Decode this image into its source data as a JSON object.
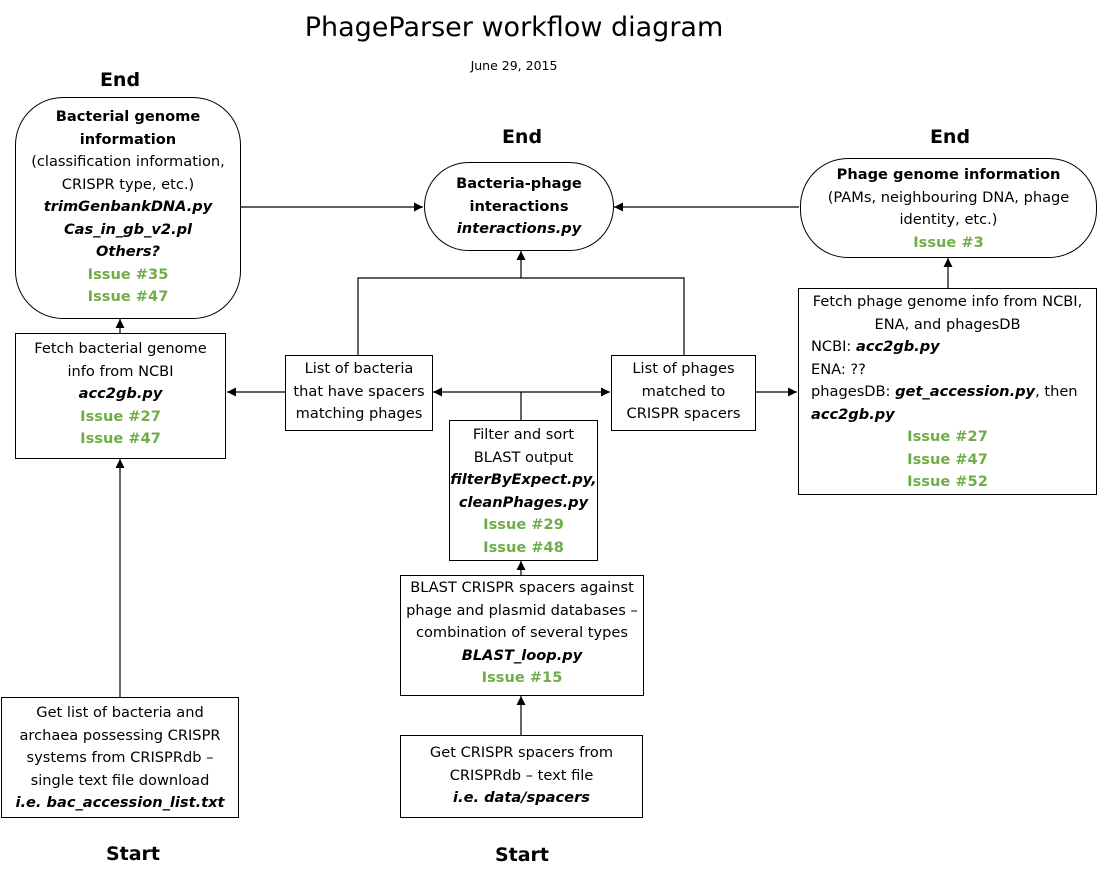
{
  "header": {
    "title": "PhageParser workflow diagram",
    "date": "June 29, 2015"
  },
  "markers": {
    "end_left": "End",
    "end_center": "End",
    "end_right": "End",
    "start_left": "Start",
    "start_center": "Start"
  },
  "nodes": {
    "bacterial_genome_info": {
      "heading_1": "Bacterial genome",
      "heading_2": "information",
      "desc_1": "(classification information,",
      "desc_2": "CRISPR type, etc.)",
      "script_1": "trimGenbankDNA.py",
      "script_2": "Cas_in_gb_v2.pl",
      "script_3": "Others?",
      "issue_1": "Issue #35",
      "issue_2": "Issue #47"
    },
    "bacteria_phage_interactions": {
      "heading_1": "Bacteria-phage",
      "heading_2": "interactions",
      "script_1": "interactions.py"
    },
    "phage_genome_info": {
      "heading_1": "Phage genome information",
      "desc_1": "(PAMs, neighbouring DNA, phage",
      "desc_2": "identity, etc.)",
      "issue_1": "Issue #3"
    },
    "fetch_bacterial": {
      "text_1": "Fetch bacterial genome",
      "text_2": "info from NCBI",
      "script_1": "acc2gb.py",
      "issue_1": "Issue #27",
      "issue_2": "Issue #47"
    },
    "list_bacteria": {
      "text_1": "List of bacteria",
      "text_2": "that have spacers",
      "text_3": "matching phages"
    },
    "list_phages": {
      "text_1": "List of phages",
      "text_2": "matched to",
      "text_3": "CRISPR spacers"
    },
    "fetch_phage": {
      "text_1": "Fetch phage genome info from NCBI,",
      "text_2": "ENA, and phagesDB",
      "ncbi_label": "NCBI: ",
      "ncbi_script": "acc2gb.py",
      "ena_label": "ENA: ??",
      "phagesdb_label": "phagesDB: ",
      "phagesdb_script": "get_accession.py",
      "phagesdb_then": ", then",
      "script_2": "acc2gb.py",
      "issue_1": "Issue #27",
      "issue_2": "Issue #47",
      "issue_3": "Issue #52"
    },
    "filter_sort": {
      "text_1": "Filter and sort",
      "text_2": "BLAST output",
      "script_1": "filterByExpect.py,",
      "script_2": "cleanPhages.py",
      "issue_1": "Issue #29",
      "issue_2": "Issue #48"
    },
    "blast_spacers": {
      "text_1": "BLAST CRISPR spacers against",
      "text_2": "phage and plasmid databases –",
      "text_3": "combination of several types",
      "script_1": "BLAST_loop.py",
      "issue_1": "Issue #15"
    },
    "get_bacteria_list": {
      "text_1": "Get list of bacteria and",
      "text_2": "archaea possessing CRISPR",
      "text_3": "systems from CRISPRdb –",
      "text_4": "single text file download",
      "script_1": "i.e. bac_accession_list.txt"
    },
    "get_spacers": {
      "text_1": "Get CRISPR spacers from",
      "text_2": "CRISPRdb – text file",
      "script_1": "i.e. data/spacers"
    }
  },
  "colors": {
    "issue": "#70ad47",
    "line": "#000000"
  }
}
